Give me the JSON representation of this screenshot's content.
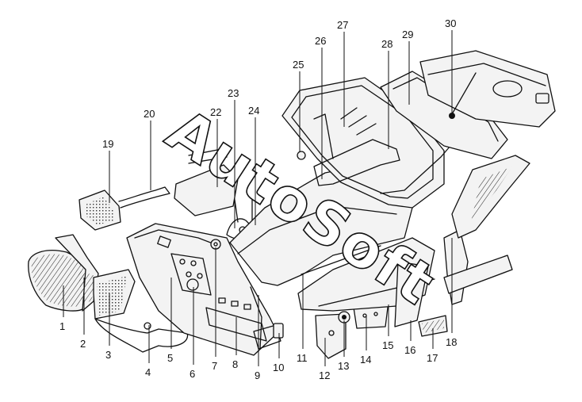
{
  "diagram": {
    "watermark": "AutoSoft",
    "callouts": [
      "1",
      "2",
      "3",
      "4",
      "5",
      "6",
      "7",
      "8",
      "9",
      "10",
      "11",
      "12",
      "13",
      "14",
      "15",
      "16",
      "17",
      "18",
      "19",
      "20",
      "22",
      "23",
      "24",
      "25",
      "26",
      "27",
      "28",
      "29",
      "30"
    ]
  }
}
